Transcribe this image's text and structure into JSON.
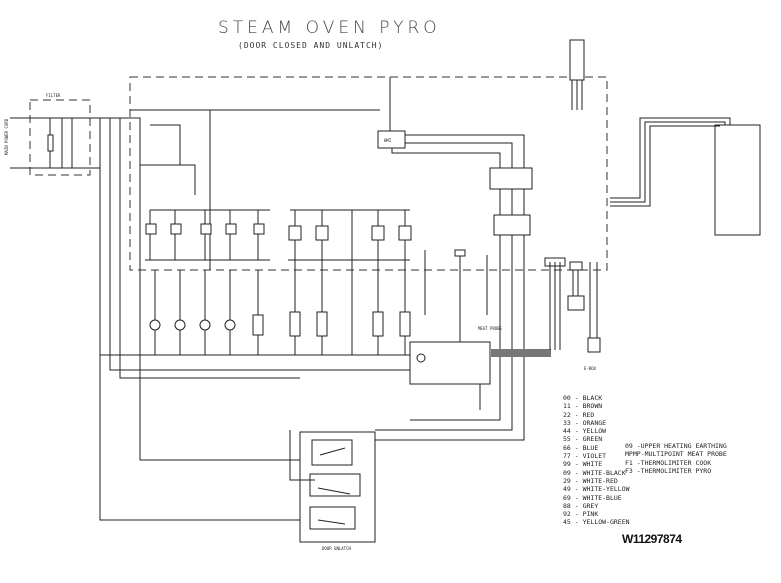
{
  "title": "STEAM OVEN PYRO",
  "subtitle": "(DOOR CLOSED AND UNLATCH)",
  "labels": {
    "filter": "FILTER",
    "main_power_cord": "MAIN POWER CORD",
    "door_unlatch": "DOOR UNLATCH",
    "meat_probe": "MEAT PROBE",
    "e_box": "E-BOX",
    "hmi": "HMI"
  },
  "legend": [
    {
      "code": "00",
      "color": "BLACK"
    },
    {
      "code": "11",
      "color": "BROWN"
    },
    {
      "code": "22",
      "color": "RED"
    },
    {
      "code": "33",
      "color": "ORANGE"
    },
    {
      "code": "44",
      "color": "YELLOW"
    },
    {
      "code": "55",
      "color": "GREEN"
    },
    {
      "code": "66",
      "color": "BLUE"
    },
    {
      "code": "77",
      "color": "VIOLET"
    },
    {
      "code": "99",
      "color": "WHITE"
    },
    {
      "code": "09",
      "color": "WHITE-BLACK"
    },
    {
      "code": "29",
      "color": "WHITE-RED"
    },
    {
      "code": "49",
      "color": "WHITE-YELLOW"
    },
    {
      "code": "69",
      "color": "WHITE-BLUE"
    },
    {
      "code": "88",
      "color": "GREY"
    },
    {
      "code": "92",
      "color": "PINK"
    },
    {
      "code": "45",
      "color": "YELLOW-GREEN"
    }
  ],
  "notes": [
    {
      "code": "09",
      "text": "-UPPER HEATING EARTHING"
    },
    {
      "code": "MPMP",
      "text": "-MULTIPOINT MEAT PROBE"
    },
    {
      "code": "F1",
      "text": "-THERMOLIMITER COOK"
    },
    {
      "code": "F3",
      "text": "-THERMOLIMITER PYRO"
    }
  ],
  "part_number": "W11297874"
}
